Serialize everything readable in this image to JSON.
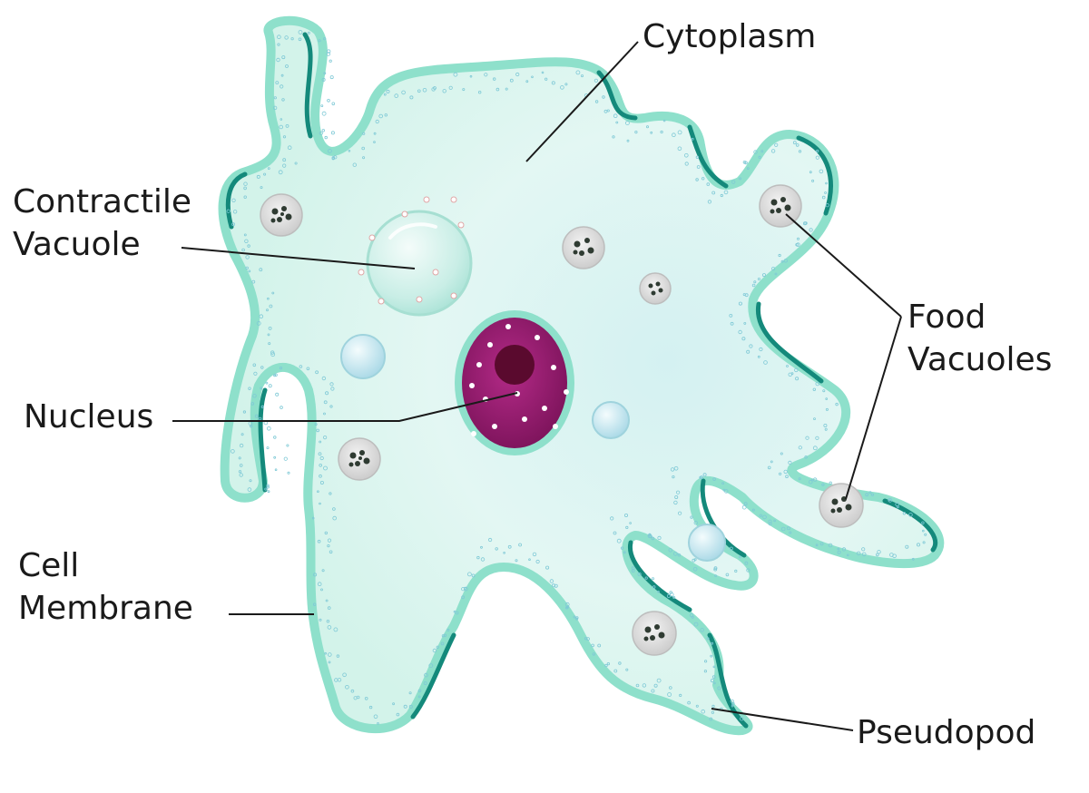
{
  "labels": {
    "cytoplasm": "Cytoplasm",
    "contractile_vacuole": [
      "Contractile",
      "Vacuole"
    ],
    "food_vacuoles": [
      "Food",
      "Vacuoles"
    ],
    "nucleus": "Nucleus",
    "cell_membrane": [
      "Cell",
      "Membrane"
    ],
    "pseudopod": "Pseudopod"
  },
  "colors": {
    "cytoplasm": "#e6f7f3",
    "membrane_edge": "#8ee0cb",
    "membrane_dark": "#14897b",
    "nucleus": "#9c1e73",
    "nucleolus": "#5a0a2e",
    "vacuole": "#cfeeea",
    "food_vacuole": "#dedede",
    "line": "#1a1a1a"
  }
}
